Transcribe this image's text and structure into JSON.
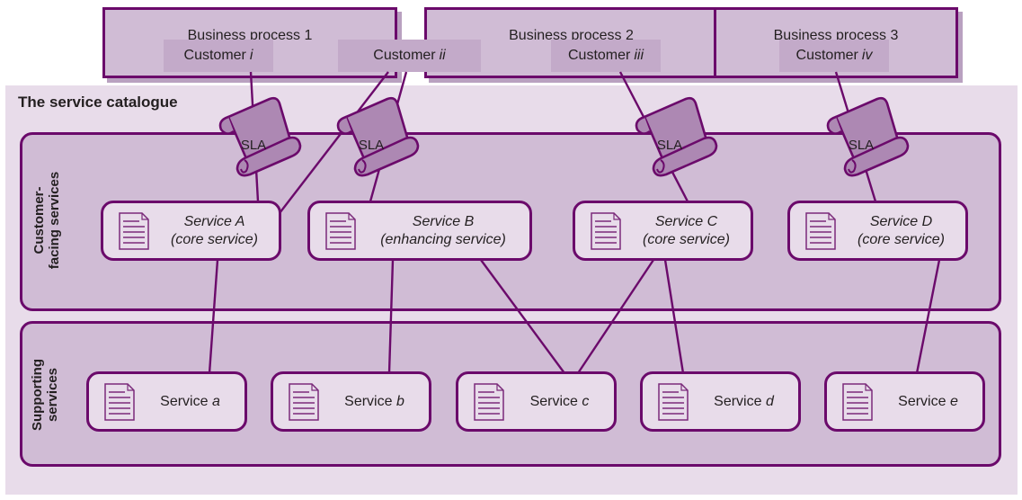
{
  "business_processes": [
    {
      "title": "Business process 1"
    },
    {
      "title": "Business process 2"
    },
    {
      "title": "Business process 3"
    }
  ],
  "customers": [
    {
      "prefix": "Customer",
      "id": "i"
    },
    {
      "prefix": "Customer",
      "id": "ii"
    },
    {
      "prefix": "Customer",
      "id": "iii"
    },
    {
      "prefix": "Customer",
      "id": "iv"
    }
  ],
  "catalogue": {
    "title": "The service catalogue",
    "customer_facing_label_line1": "Customer-",
    "customer_facing_label_line2": "facing services",
    "supporting_label_line1": "Supporting",
    "supporting_label_line2": "services"
  },
  "sla_label": "SLA",
  "customer_facing_services": [
    {
      "name": "Service A",
      "type": "(core service)"
    },
    {
      "name": "Service B",
      "type": "(enhancing service)"
    },
    {
      "name": "Service C",
      "type": "(core service)"
    },
    {
      "name": "Service D",
      "type": "(core service)"
    }
  ],
  "supporting_services": [
    {
      "prefix": "Service",
      "id": "a"
    },
    {
      "prefix": "Service",
      "id": "b"
    },
    {
      "prefix": "Service",
      "id": "c"
    },
    {
      "prefix": "Service",
      "id": "d"
    },
    {
      "prefix": "Service",
      "id": "e"
    }
  ],
  "colors": {
    "line": "#6b0a6b",
    "group_fill": "#d0bcd5",
    "catalogue_fill": "#e8dcea",
    "sla_fill": "#ad88b3"
  }
}
